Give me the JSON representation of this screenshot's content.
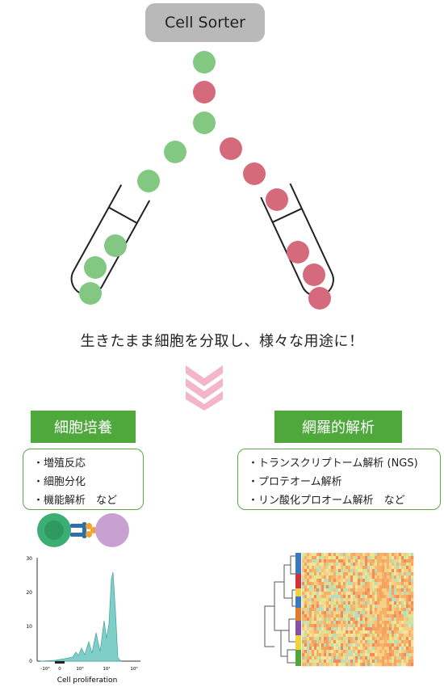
{
  "header": {
    "title": "Cell Sorter"
  },
  "tagline": "生きたまま細胞を分取し、様々な用途に！",
  "left_panel": {
    "label": "細胞培養",
    "items": [
      "増殖反応",
      "細胞分化",
      "機能解析　など"
    ],
    "histogram": {
      "xlabel": "Cell proliferation",
      "y_ticks": [
        "30",
        "20",
        "10",
        "0"
      ],
      "x_ticks": [
        "-10³",
        "0",
        "10³",
        "10⁴",
        "10⁵"
      ]
    }
  },
  "right_panel": {
    "label": "網羅的解析",
    "items": [
      "トランスクリプトーム解析 (NGS)",
      "プロテオーム解析",
      "リン酸化プロオーム解析　など"
    ]
  },
  "colors": {
    "green_cell": "#82c882",
    "pink_cell": "#d46a7c",
    "label_green": "#4ea83c",
    "chevron": "#f2b6c8",
    "histogram_fill": "#7fcfc8"
  }
}
